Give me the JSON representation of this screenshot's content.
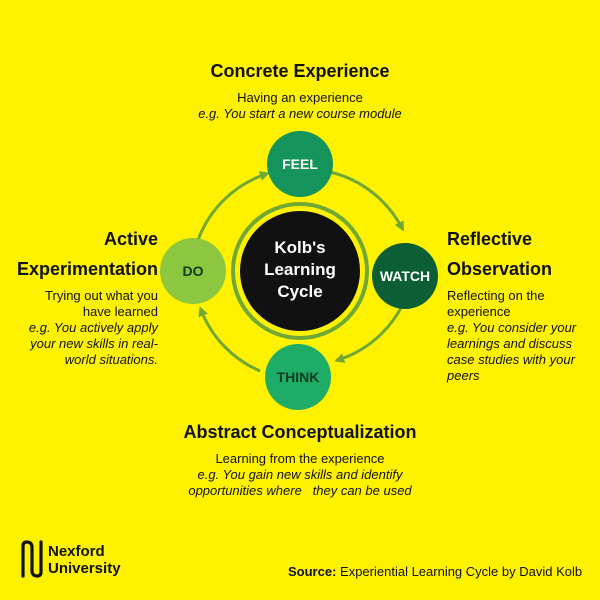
{
  "center": {
    "line1": "Kolb's",
    "line2": "Learning",
    "line3": "Cycle"
  },
  "nodes": {
    "feel": "FEEL",
    "watch": "WATCH",
    "think": "THINK",
    "do": "DO"
  },
  "top": {
    "title": "Concrete Experience",
    "desc": "Having an experience",
    "example": "e.g. You start a new course module"
  },
  "right": {
    "title_line1": "Reflective",
    "title_line2": "Observation",
    "desc": "Reflecting on the experience",
    "example": "e.g. You consider your learnings and discuss case studies with your peers"
  },
  "bottom": {
    "title": "Abstract Conceptualization",
    "desc": "Learning from the experience",
    "example_line1": "e.g. You gain new skills and identify",
    "example_line2": "opportunities where   they can be used"
  },
  "left": {
    "title_line1": "Active",
    "title_line2": "Experimentation",
    "desc": "Trying out what you have learned",
    "example": "e.g. You actively apply your new skills in real-world situations."
  },
  "logo": {
    "line1": "Nexford",
    "line2": "University"
  },
  "source": {
    "label": "Source:",
    "text": "Experiential Learning Cycle by David Kolb"
  },
  "colors": {
    "background": "#FFF200",
    "feel": "#14935B",
    "watch": "#0C5E34",
    "think": "#1EAC66",
    "do": "#8DC63F",
    "center": "#111111",
    "arrow": "#7BB13A"
  }
}
